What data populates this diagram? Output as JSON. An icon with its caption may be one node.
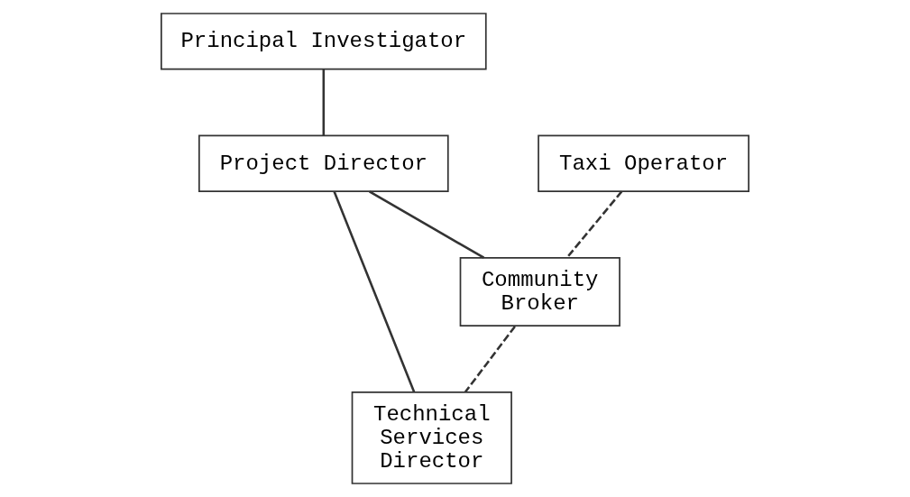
{
  "diagram": {
    "nodes": [
      {
        "text": [
          "Principal Investigator"
        ]
      },
      {
        "text": [
          "Taxi Operator"
        ]
      },
      {
        "text": [
          "Project Director"
        ]
      },
      {
        "text": [
          "Technical Services Director"
        ]
      },
      {
        "text": [
          "Community Broker"
        ]
      }
    ],
    "edges": [
      {
        "from": 0,
        "to": 2,
        "arrow": "none"
      },
      {
        "from": 2,
        "to": 3,
        "arrow": "none"
      },
      {
        "from": 2,
        "to": 4,
        "arrow": "none"
      },
      {
        "from": 1,
        "to": 4,
        "arrow": "none",
        "style": "dashed"
      },
      {
        "from": 4,
        "to": 3,
        "arrow": "none",
        "style": "dashed"
      }
    ]
  }
}
